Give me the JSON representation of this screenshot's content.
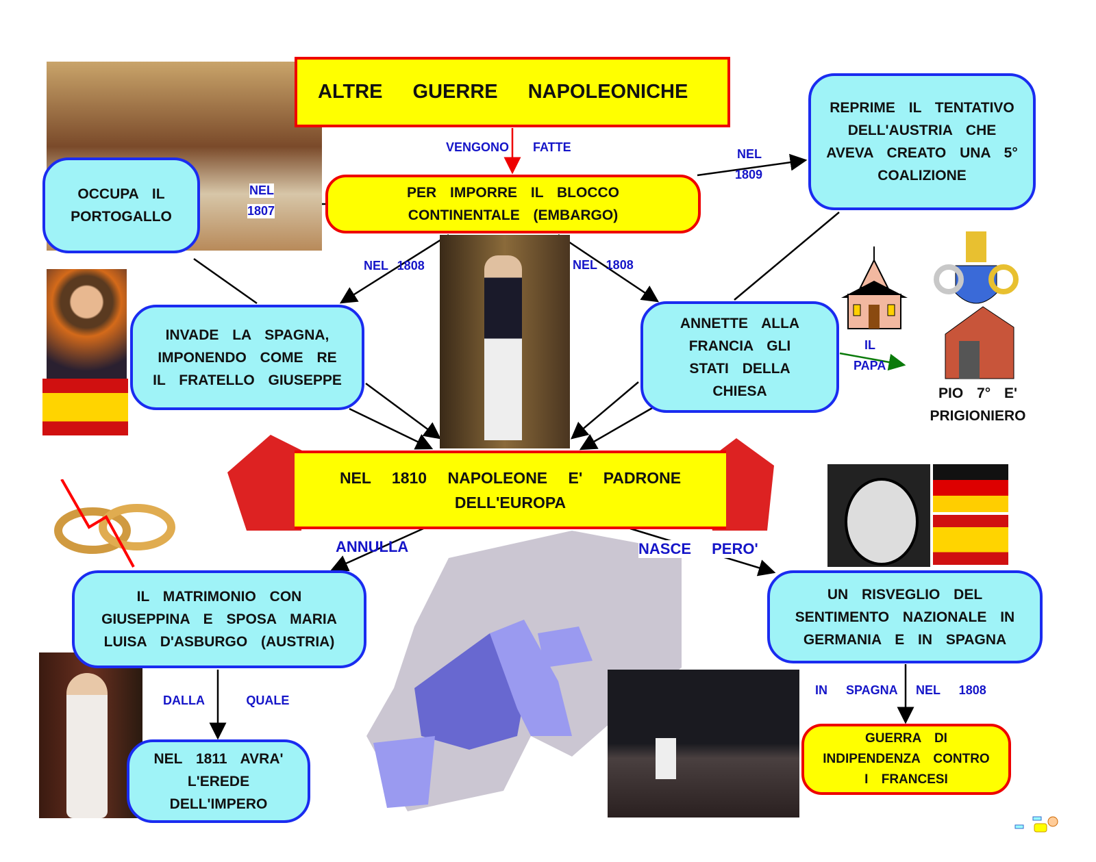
{
  "title": "ALTRE GUERRE NAPOLEONICHE",
  "nodes": {
    "blocco": "PER IMPORRE IL BLOCCO CONTINENTALE (EMBARGO)",
    "portogallo": "OCCUPA IL PORTOGALLO",
    "austria": "REPRIME IL TENTATIVO DELL'AUSTRIA CHE AVEVA CREATO UNA 5° COALIZIONE",
    "spagna": "INVADE LA SPAGNA, IMPONENDO COME RE IL FRATELLO GIUSEPPE",
    "chiesa": "ANNETTE ALLA FRANCIA GLI STATI DELLA CHIESA",
    "padrone": "NEL 1810 NAPOLEONE E' PADRONE DELL'EUROPA",
    "matrimonio": "IL MATRIMONIO CON GIUSEPPINA E SPOSA MARIA LUISA D'ASBURGO (AUSTRIA)",
    "erede": "NEL 1811 AVRA' L'EREDE DELL'IMPERO",
    "risveglio": "UN RISVEGLIO DEL SENTIMENTO NAZIONALE IN GERMANIA E IN SPAGNA",
    "guerra": "GUERRA DI INDIPENDENZA CONTRO I FRANCESI",
    "pio": "PIO 7° E' PRIGIONIERO"
  },
  "labels": {
    "vengono": "VENGONO FATTE",
    "nel1807a": "NEL",
    "nel1807b": "1807",
    "nel1809a": "NEL",
    "nel1809b": "1809",
    "nel1808l": "NEL 1808",
    "nel1808r": "NEL 1808",
    "ilpapa_a": "IL",
    "ilpapa_b": "PAPA",
    "annulla": "ANNULLA",
    "nasce": "NASCE PERO'",
    "dalla": "DALLA QUALE",
    "inspagna": "IN SPAGNA NEL 1808"
  },
  "colors": {
    "cyan": "#9ff3f7",
    "yellow": "#ffff00",
    "red": "#e00000",
    "blue": "#1a2cf0",
    "label": "#1515c8"
  }
}
